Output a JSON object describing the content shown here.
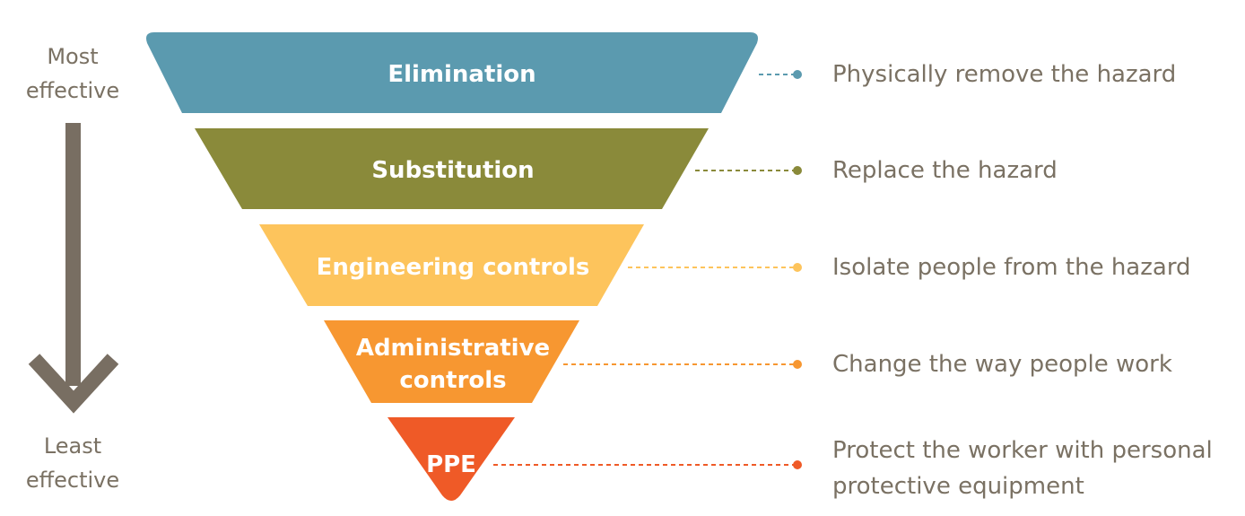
{
  "scale": {
    "top_label": "Most\neffective",
    "bottom_label": "Least\neffective",
    "arrow_color": "#786e62"
  },
  "tiers": [
    {
      "label": "Elimination",
      "description": "Physically remove the hazard",
      "color": "#5b9aaf"
    },
    {
      "label": "Substitution",
      "description": "Replace the hazard",
      "color": "#8a8a3a"
    },
    {
      "label": "Engineering controls",
      "description": "Isolate people from the hazard",
      "color": "#fdc45c"
    },
    {
      "label": "Administrative\ncontrols",
      "description": "Change the way people work",
      "color": "#f79731"
    },
    {
      "label": "PPE",
      "description": "Protect the worker with personal\nprotective equipment",
      "color": "#ef5a27"
    }
  ],
  "text_color": "#7a7163"
}
